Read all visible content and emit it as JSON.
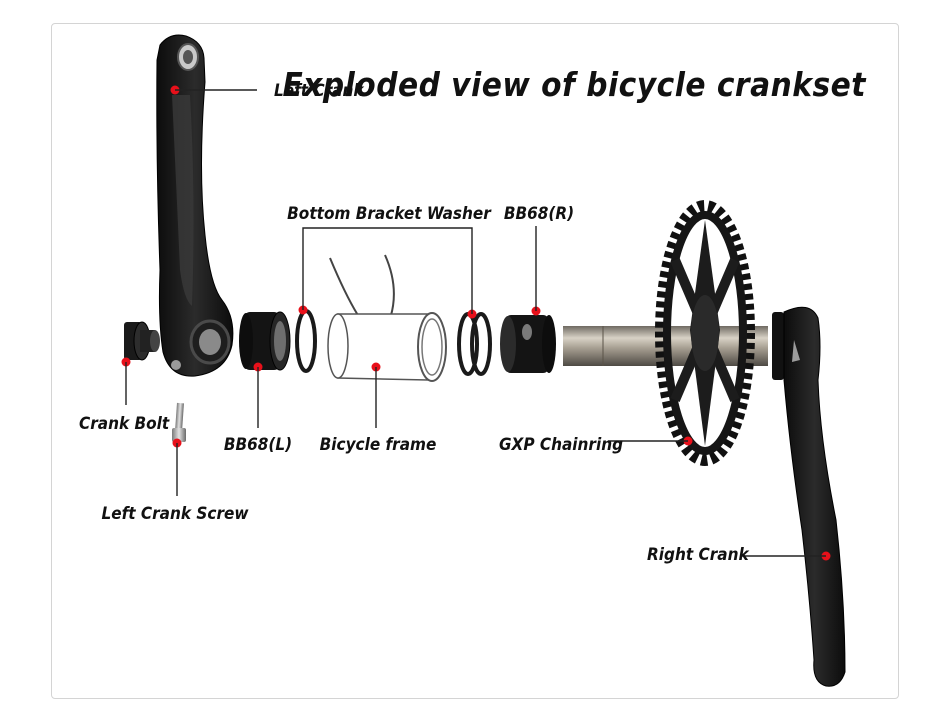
{
  "title": "Exploded view of bicycle crankset",
  "colors": {
    "marker": "#e8101a",
    "part": "#151515",
    "line": "#222222",
    "border": "#d4d4d4"
  },
  "labels": {
    "left_crank": "Left Crank",
    "bottom_bracket_washer": "Bottom Bracket Washer",
    "bb68_r": "BB68(R)",
    "crank_bolt": "Crank Bolt",
    "bb68_l": "BB68(L)",
    "bicycle_frame": "Bicycle frame",
    "gxp_chainring": "GXP Chainring",
    "left_crank_screw": "Left Crank Screw",
    "right_crank": "Right Crank"
  }
}
